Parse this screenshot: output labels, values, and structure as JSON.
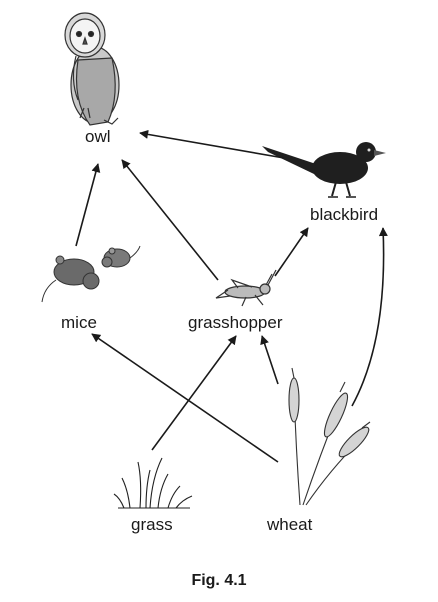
{
  "organisms": {
    "owl": "owl",
    "blackbird": "blackbird",
    "mice": "mice",
    "grasshopper": "grasshopper",
    "grass": "grass",
    "wheat": "wheat"
  },
  "links": [
    {
      "from": "mice",
      "to": "owl"
    },
    {
      "from": "grasshopper",
      "to": "owl"
    },
    {
      "from": "blackbird",
      "to": "owl"
    },
    {
      "from": "grasshopper",
      "to": "blackbird"
    },
    {
      "from": "grass",
      "to": "grasshopper"
    },
    {
      "from": "wheat",
      "to": "grasshopper"
    },
    {
      "from": "wheat",
      "to": "mice"
    },
    {
      "from": "wheat",
      "to": "blackbird"
    }
  ],
  "caption": "Fig. 4.1"
}
